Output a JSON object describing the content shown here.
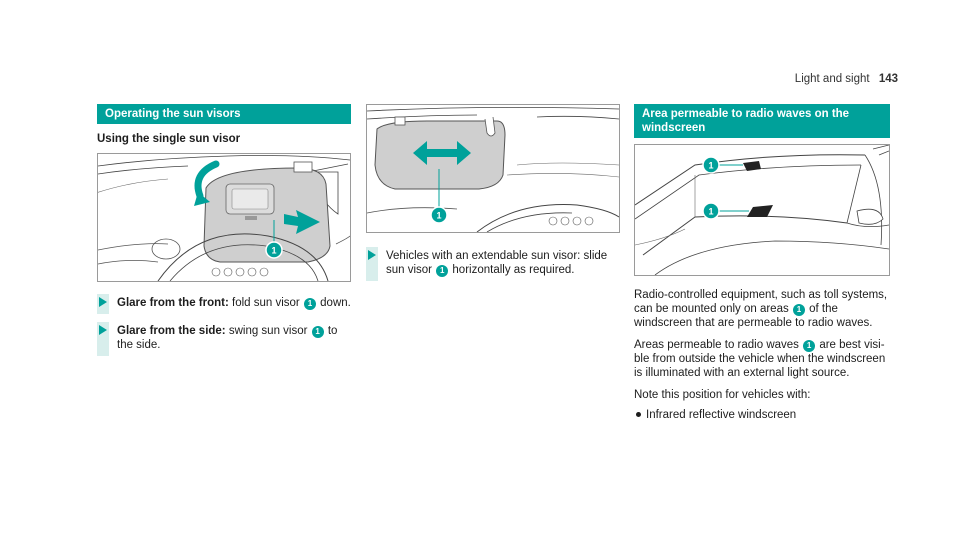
{
  "header": {
    "section": "Light and sight",
    "page_number": "143"
  },
  "column1": {
    "section_title": "Operating the sun visors",
    "subheading": "Using the single sun visor",
    "figure_callout": "1",
    "steps": [
      {
        "bold": "Glare from the front:",
        "text_before": " fold sun visor ",
        "callout": "1",
        "text_after": " down."
      },
      {
        "bold": "Glare from the side:",
        "text_before": " swing sun visor ",
        "callout": "1",
        "text_after": " to the side."
      }
    ]
  },
  "column2": {
    "figure_callout": "1",
    "steps": [
      {
        "text_before": "Vehicles with an extendable sun visor: slide sun visor ",
        "callout": "1",
        "text_after": " horizontally as required."
      }
    ]
  },
  "column3": {
    "section_title": "Area permeable to radio waves on the windscreen",
    "figure_callouts": [
      "1",
      "1"
    ],
    "para1_before": "Radio-controlled equipment, such as toll sys­tems, can be mounted only on areas ",
    "para1_callout": "1",
    "para1_after": " of the windscreen that are permeable to radio waves.",
    "para2_before": "Areas permeable to radio waves ",
    "para2_callout": "1",
    "para2_after": " are best visi­ble from outside the vehicle when the wind­screen is illuminated with an external light source.",
    "para3": "Note this position for vehicles with:",
    "bullets": [
      "Infrared reflective windscreen"
    ]
  },
  "colors": {
    "accent": "#00a19a",
    "visor": "#cfcfcf"
  }
}
